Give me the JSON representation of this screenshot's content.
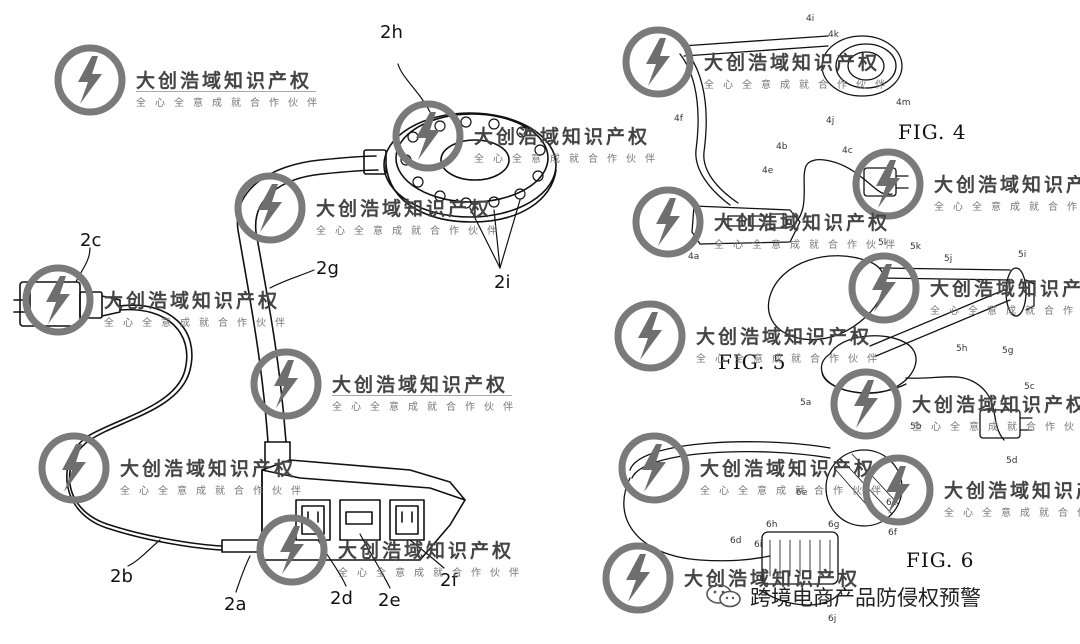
{
  "watermark": {
    "name": "大创浩域知识产权",
    "slogan": "全心全意成就合作伙伴"
  },
  "fig_left_labels": {
    "l2h": "2h",
    "l2c": "2c",
    "l2g": "2g",
    "l2i": "2i",
    "l2b": "2b",
    "l2a": "2a",
    "l2d": "2d",
    "l2e": "2e",
    "l2f": "2f"
  },
  "fig4": {
    "title": "FIG. 4",
    "labels": [
      "4i",
      "4k",
      "4m",
      "4j",
      "4f",
      "4b",
      "4c",
      "4e",
      "4a"
    ]
  },
  "fig5": {
    "title": "FIG. 5",
    "labels": [
      "5l",
      "5k",
      "5j",
      "5i",
      "5h",
      "5g",
      "5a",
      "5b",
      "5c",
      "5d"
    ]
  },
  "fig6": {
    "title": "FIG. 6",
    "labels": [
      "6e",
      "6g",
      "6c",
      "6f",
      "6h",
      "6d",
      "6i",
      "6j"
    ]
  },
  "footer": {
    "text": "跨境电商产品防侵权预警",
    "icon": "wechat-icon"
  }
}
